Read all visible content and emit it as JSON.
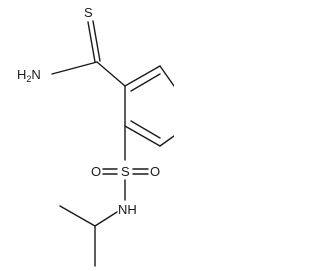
{
  "molecule": {
    "atoms": {
      "thione_s": "S",
      "amide_n": "H",
      "amide_n_sub": "2",
      "amide_n_letter": "N",
      "sulfonyl_s": "S",
      "oxygen_left": "O",
      "oxygen_right": "O",
      "sulfonamide_nh": "NH"
    }
  }
}
